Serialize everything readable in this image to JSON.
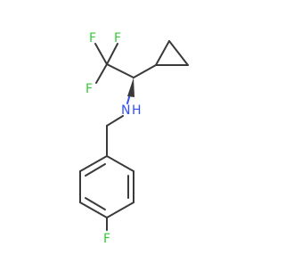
{
  "molecule": {
    "atoms": {
      "F1": "F",
      "F2": "F",
      "F3": "F",
      "N": "N",
      "H": "H",
      "F4": "F"
    }
  },
  "colors": {
    "bond": "#3a3a3a",
    "fluorine": "#33cc33",
    "nitrogen": "#3050f8"
  }
}
